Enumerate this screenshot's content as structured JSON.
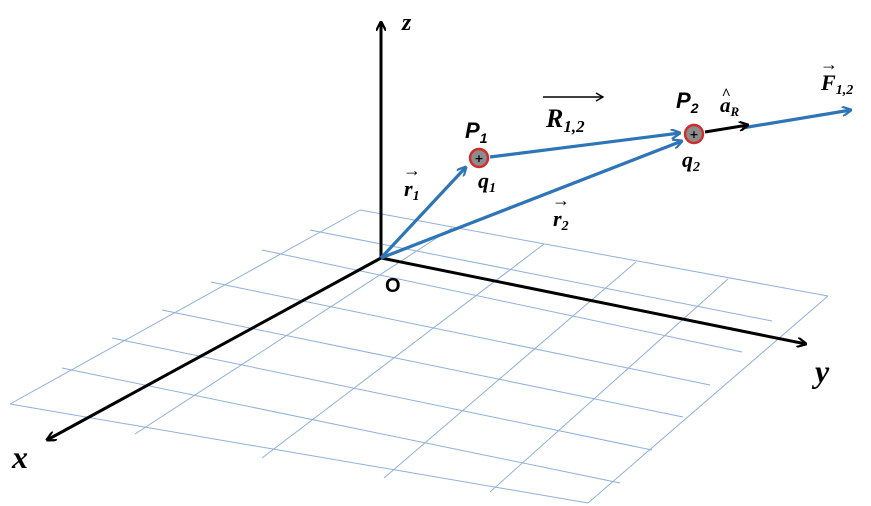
{
  "axes": {
    "x": "x",
    "y": "y",
    "z": "z",
    "origin": "O"
  },
  "points": {
    "p1": {
      "letter": "P",
      "sub": "1"
    },
    "p2": {
      "letter": "P",
      "sub": "2"
    }
  },
  "charges": {
    "q1": {
      "letter": "q",
      "sub": "1",
      "sign": "+"
    },
    "q2": {
      "letter": "q",
      "sub": "2",
      "sign": "+"
    }
  },
  "vectors": {
    "r1": {
      "letter": "r",
      "sub": "1",
      "arrow": "→"
    },
    "r2": {
      "letter": "r",
      "sub": "2",
      "arrow": "→"
    },
    "R12": {
      "letter": "R",
      "sub": "1,2"
    },
    "F12": {
      "letter": "F",
      "sub": "1,2",
      "arrow": "→"
    },
    "aR": {
      "letter": "a",
      "sub": "R",
      "hat": "^"
    }
  },
  "colors": {
    "vector": "#2e75b6",
    "grid": "#8fb0d8",
    "axis": "#000000",
    "charge_fill": "#8c8c8c",
    "charge_ring": "#d12b2b"
  }
}
